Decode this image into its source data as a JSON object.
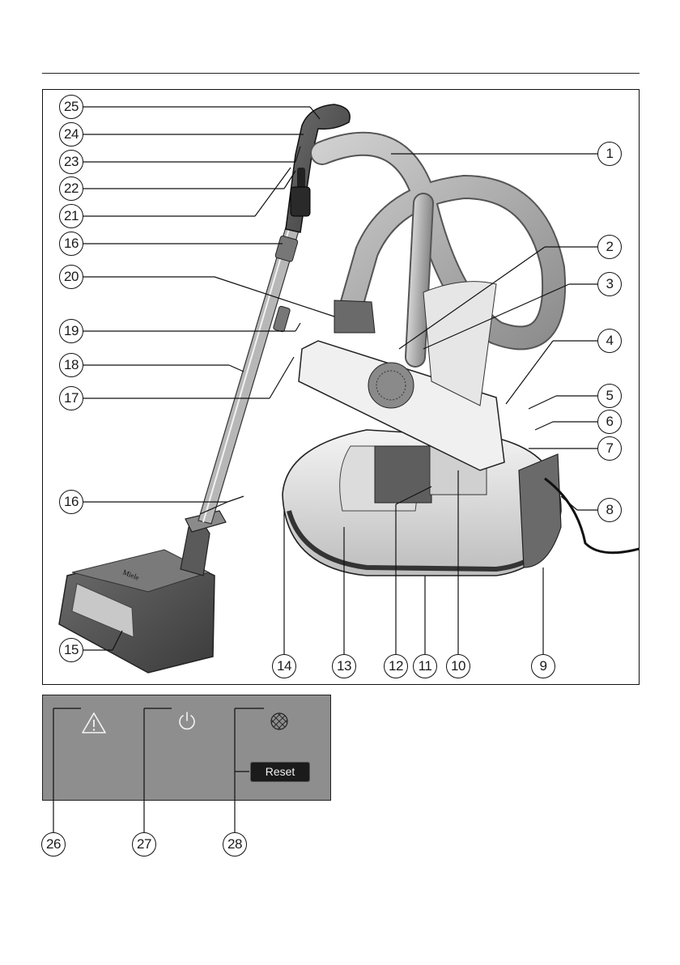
{
  "figure": {
    "callouts": {
      "n1": "1",
      "n2": "2",
      "n3": "3",
      "n4": "4",
      "n5": "5",
      "n6": "6",
      "n7": "7",
      "n8": "8",
      "n9": "9",
      "n10": "10",
      "n11": "11",
      "n12": "12",
      "n13": "13",
      "n14": "14",
      "n15": "15",
      "n16a": "16",
      "n16b": "16",
      "n17": "17",
      "n18": "18",
      "n19": "19",
      "n20": "20",
      "n21": "21",
      "n22": "22",
      "n23": "23",
      "n24": "24",
      "n25": "25"
    },
    "nozzle_logo": "Miele"
  },
  "control_panel": {
    "icons": [
      "warning-triangle-icon",
      "power-icon",
      "filter-icon"
    ],
    "reset_label": "Reset",
    "callouts": {
      "n26": "26",
      "n27": "27",
      "n28": "28"
    }
  }
}
